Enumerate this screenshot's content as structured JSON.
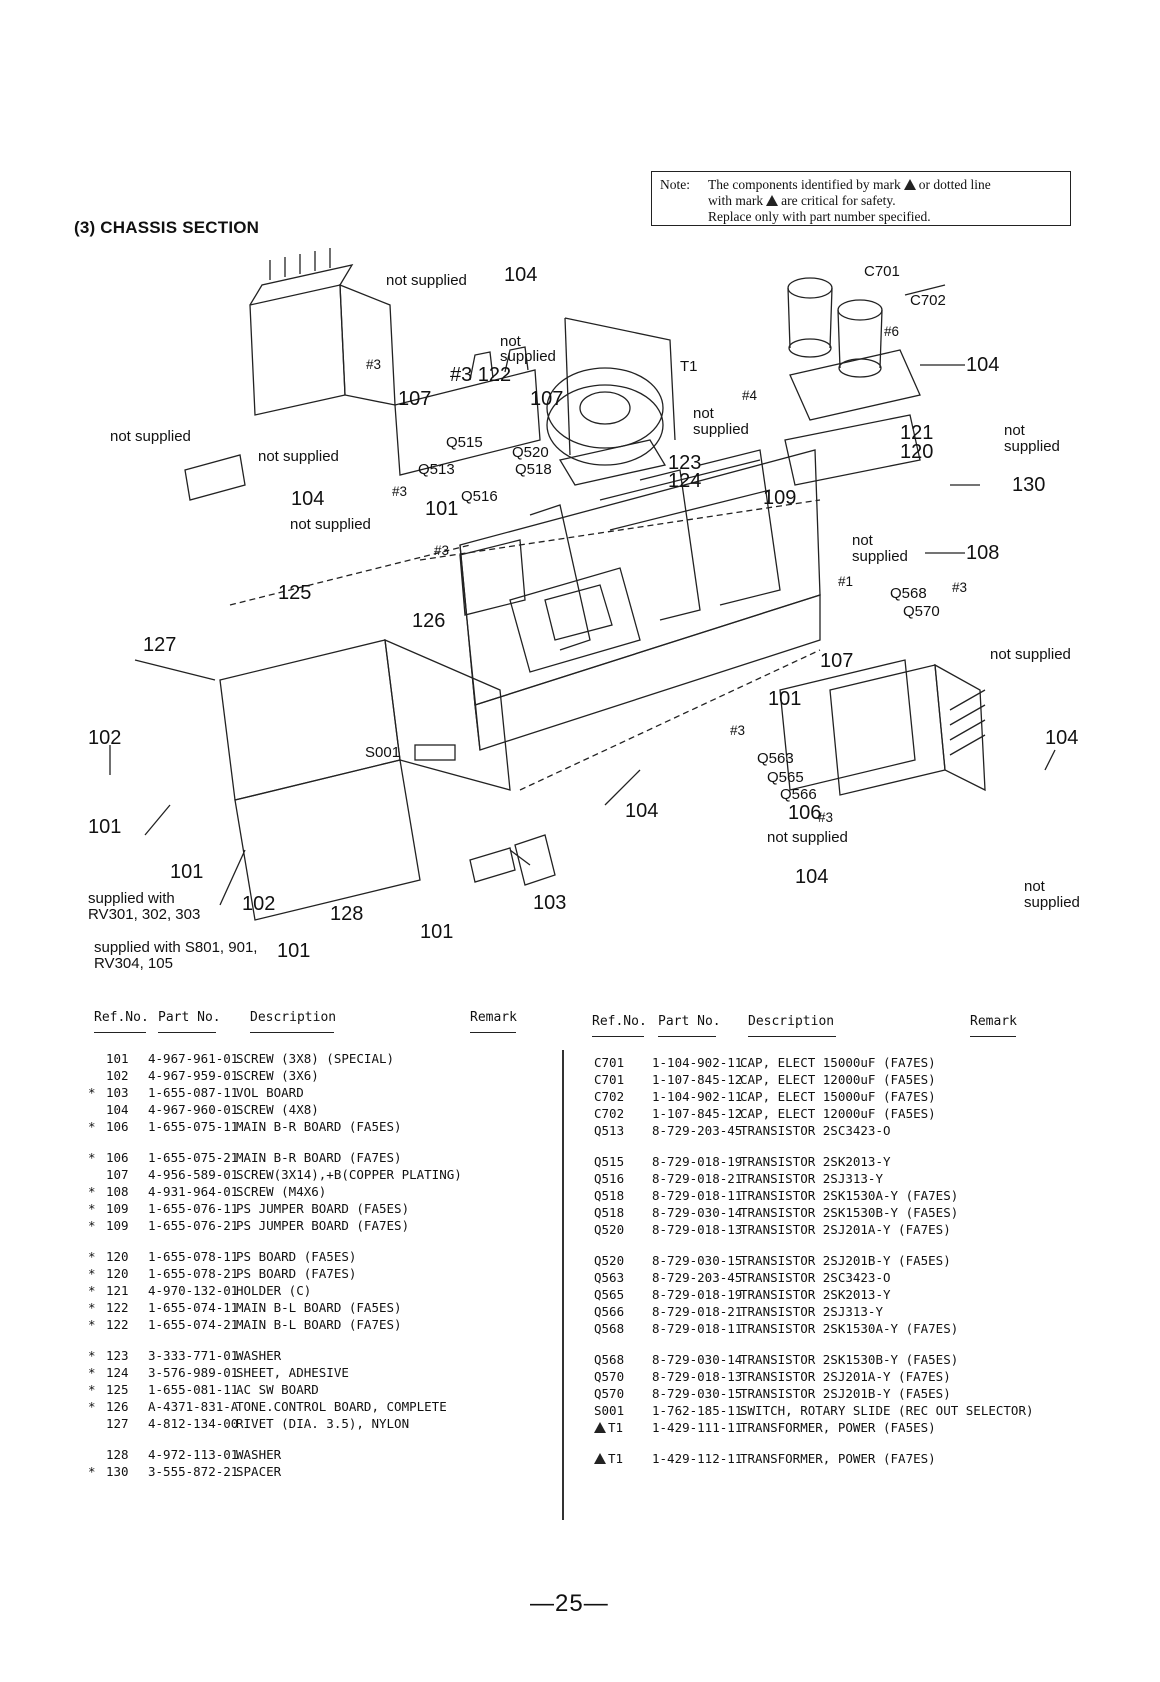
{
  "section_title": "(3)  CHASSIS SECTION",
  "note": {
    "label": "Note:",
    "line1": "The components identified by mark",
    "line1b": "or dotted line",
    "line2": "with mark",
    "line2b": "are critical for safety.",
    "line3": "Replace only with part number specified."
  },
  "diagram_labels": {
    "not_supplied_top": "not supplied",
    "n104_top": "104",
    "not_supplied_a": "not",
    "not_supplied_a2": "supplied",
    "n122": "#3 122",
    "n3a": "#3",
    "n107a": "107",
    "n107b": "107",
    "t1": "T1",
    "q515": "Q515",
    "q520": "Q520",
    "q513": "Q513",
    "q518": "Q518",
    "q516": "Q516",
    "not_supplied_left": "not supplied",
    "not_supplied_mid": "not supplied",
    "n3b": "#3",
    "n104_left": "104",
    "n101_top": "101",
    "not_supplied_low": "not supplied",
    "n3c": "#3",
    "n4": "#4",
    "not_sup_b": "not",
    "not_sup_b2": "supplied",
    "n123": "123",
    "n124": "124",
    "n109": "109",
    "c701": "C701",
    "c702": "C702",
    "n6": "#6",
    "n104_right": "104",
    "n121": "121",
    "n120": "120",
    "not_sup_c": "not",
    "not_sup_c2": "supplied",
    "n130": "130",
    "not_sup_d": "not",
    "not_sup_d2": "supplied",
    "n108": "108",
    "n1": "#1",
    "q568": "Q568",
    "n3d": "#3",
    "q570": "Q570",
    "not_supplied_r": "not supplied",
    "n125": "125",
    "n126": "126",
    "n127": "127",
    "n102_left": "102",
    "s001": "S001",
    "n107c": "107",
    "n101_mid": "101",
    "n3e": "#3",
    "q563": "Q563",
    "q565": "Q565",
    "q566": "Q566",
    "n106": "106",
    "n3f": "#3",
    "not_supplied_106": "not supplied",
    "n104_right2": "104",
    "n101_left": "101",
    "n104_bottom": "104",
    "n101_low": "101",
    "n104_br": "104",
    "not_sup_e": "not",
    "not_sup_e2": "supplied",
    "sup_rv_1": "supplied with",
    "sup_rv_2": "RV301, 302, 303",
    "n102_low": "102",
    "n128": "128",
    "n103": "103",
    "n101_bottom": "101",
    "sup_s801_1": "supplied with S801, 901,",
    "sup_s801_2": "RV304, 105",
    "n101_bl": "101"
  },
  "table_headers": {
    "ref": "Ref.No.",
    "part": "Part No.",
    "desc": "Description",
    "remark": "Remark"
  },
  "left_parts": [
    {
      "mark": "",
      "ref": "101",
      "part": "4-967-961-01",
      "desc": "SCREW (3X8) (SPECIAL)"
    },
    {
      "mark": "",
      "ref": "102",
      "part": "4-967-959-01",
      "desc": "SCREW (3X6)"
    },
    {
      "mark": "*",
      "ref": "103",
      "part": "1-655-087-11",
      "desc": "VOL BOARD"
    },
    {
      "mark": "",
      "ref": "104",
      "part": "4-967-960-01",
      "desc": "SCREW (4X8)"
    },
    {
      "mark": "*",
      "ref": "106",
      "part": "1-655-075-11",
      "desc": "MAIN B-R BOARD (FA5ES)"
    },
    {
      "mark": "*",
      "ref": "106",
      "part": "1-655-075-21",
      "desc": "MAIN B-R BOARD (FA7ES)"
    },
    {
      "mark": "",
      "ref": "107",
      "part": "4-956-589-01",
      "desc": "SCREW(3X14),+B(COPPER PLATING)"
    },
    {
      "mark": "*",
      "ref": "108",
      "part": "4-931-964-01",
      "desc": "SCREW (M4X6)"
    },
    {
      "mark": "*",
      "ref": "109",
      "part": "1-655-076-11",
      "desc": "PS JUMPER BOARD (FA5ES)"
    },
    {
      "mark": "*",
      "ref": "109",
      "part": "1-655-076-21",
      "desc": "PS JUMPER BOARD (FA7ES)"
    },
    {
      "mark": "*",
      "ref": "120",
      "part": "1-655-078-11",
      "desc": "PS BOARD (FA5ES)"
    },
    {
      "mark": "*",
      "ref": "120",
      "part": "1-655-078-21",
      "desc": "PS BOARD (FA7ES)"
    },
    {
      "mark": "*",
      "ref": "121",
      "part": "4-970-132-01",
      "desc": "HOLDER (C)"
    },
    {
      "mark": "*",
      "ref": "122",
      "part": "1-655-074-11",
      "desc": "MAIN B-L BOARD (FA5ES)"
    },
    {
      "mark": "*",
      "ref": "122",
      "part": "1-655-074-21",
      "desc": "MAIN B-L BOARD (FA7ES)"
    },
    {
      "mark": "*",
      "ref": "123",
      "part": "3-333-771-01",
      "desc": "WASHER"
    },
    {
      "mark": "*",
      "ref": "124",
      "part": "3-576-989-01",
      "desc": "SHEET, ADHESIVE"
    },
    {
      "mark": "*",
      "ref": "125",
      "part": "1-655-081-11",
      "desc": "AC SW BOARD"
    },
    {
      "mark": "*",
      "ref": "126",
      "part": "A-4371-831-A",
      "desc": "TONE.CONTROL BOARD, COMPLETE"
    },
    {
      "mark": "",
      "ref": "127",
      "part": "4-812-134-00",
      "desc": "RIVET (DIA. 3.5), NYLON"
    },
    {
      "mark": "",
      "ref": "128",
      "part": "4-972-113-01",
      "desc": "WASHER"
    },
    {
      "mark": "*",
      "ref": "130",
      "part": "3-555-872-21",
      "desc": "SPACER"
    }
  ],
  "right_parts": [
    {
      "ref": "C701",
      "part": "1-104-902-11",
      "desc": "CAP, ELECT 15000uF (FA7ES)"
    },
    {
      "ref": "C701",
      "part": "1-107-845-12",
      "desc": "CAP, ELECT 12000uF (FA5ES)"
    },
    {
      "ref": "C702",
      "part": "1-104-902-11",
      "desc": "CAP, ELECT 15000uF (FA7ES)"
    },
    {
      "ref": "C702",
      "part": "1-107-845-12",
      "desc": "CAP, ELECT 12000uF (FA5ES)"
    },
    {
      "ref": "Q513",
      "part": "8-729-203-45",
      "desc": "TRANSISTOR  2SC3423-O"
    },
    {
      "ref": "Q515",
      "part": "8-729-018-19",
      "desc": "TRANSISTOR  2SK2013-Y"
    },
    {
      "ref": "Q516",
      "part": "8-729-018-21",
      "desc": "TRANSISTOR  2SJ313-Y"
    },
    {
      "ref": "Q518",
      "part": "8-729-018-11",
      "desc": "TRANSISTOR  2SK1530A-Y (FA7ES)"
    },
    {
      "ref": "Q518",
      "part": "8-729-030-14",
      "desc": "TRANSISTOR  2SK1530B-Y (FA5ES)"
    },
    {
      "ref": "Q520",
      "part": "8-729-018-13",
      "desc": "TRANSISTOR  2SJ201A-Y (FA7ES)"
    },
    {
      "ref": "Q520",
      "part": "8-729-030-15",
      "desc": "TRANSISTOR  2SJ201B-Y (FA5ES)"
    },
    {
      "ref": "Q563",
      "part": "8-729-203-45",
      "desc": "TRANSISTOR  2SC3423-O"
    },
    {
      "ref": "Q565",
      "part": "8-729-018-19",
      "desc": "TRANSISTOR  2SK2013-Y"
    },
    {
      "ref": "Q566",
      "part": "8-729-018-21",
      "desc": "TRANSISTOR  2SJ313-Y"
    },
    {
      "ref": "Q568",
      "part": "8-729-018-11",
      "desc": "TRANSISTOR  2SK1530A-Y (FA7ES)"
    },
    {
      "ref": "Q568",
      "part": "8-729-030-14",
      "desc": "TRANSISTOR  2SK1530B-Y (FA5ES)"
    },
    {
      "ref": "Q570",
      "part": "8-729-018-13",
      "desc": "TRANSISTOR  2SJ201A-Y (FA7ES)"
    },
    {
      "ref": "Q570",
      "part": "8-729-030-15",
      "desc": "TRANSISTOR  2SJ201B-Y (FA5ES)"
    },
    {
      "ref": "S001",
      "part": "1-762-185-11",
      "desc": "SWITCH, ROTARY SLIDE (REC OUT SELECTOR)"
    },
    {
      "ref": "T1",
      "part": "1-429-111-11",
      "desc": "TRANSFORMER, POWER (FA5ES)",
      "safety": true
    },
    {
      "ref": "T1",
      "part": "1-429-112-11",
      "desc": "TRANSFORMER, POWER (FA7ES)",
      "safety": true
    }
  ],
  "page_number": "—25—"
}
